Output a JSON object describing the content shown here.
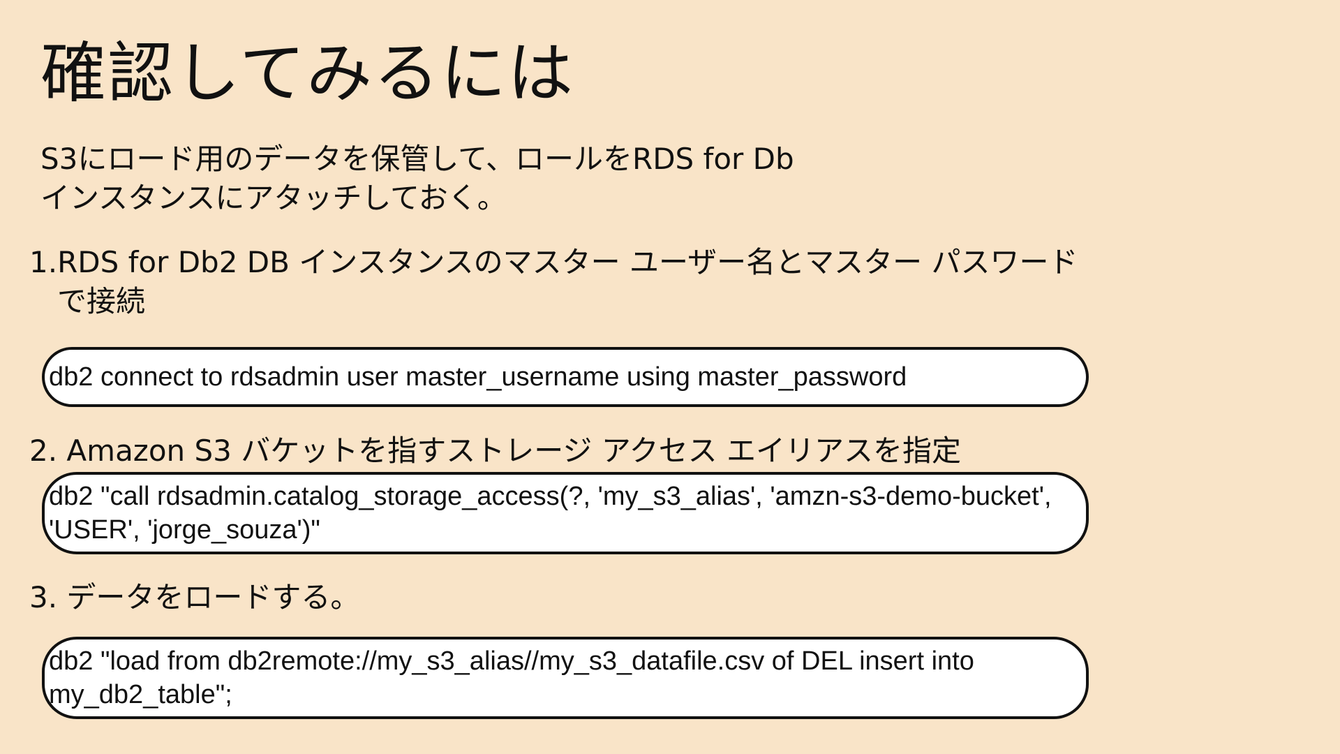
{
  "slide": {
    "title": "確認してみるには",
    "intro_line1": "S3にロード用のデータを保管して、ロールをRDS  for Db",
    "intro_line2": "インスタンスにアタッチしておく。",
    "steps": [
      {
        "label_line1": "1.RDS for Db2 DB インスタンスのマスター ユーザー名とマスター パスワード",
        "label_line2": "で接続",
        "code": "db2 connect to rdsadmin user master_username using master_password"
      },
      {
        "label_line1": "2. Amazon S3 バケットを指すストレージ アクセス エイリアスを指定",
        "code": "db2 \"call rdsadmin.catalog_storage_access(?, 'my_s3_alias', 'amzn-s3-demo-bucket', 'USER', 'jorge_souza')\""
      },
      {
        "label_line1": "3. データをロードする。",
        "code": "db2 \"load from db2remote://my_s3_alias//my_s3_datafile.csv of DEL insert into my_db2_table\";"
      }
    ]
  }
}
